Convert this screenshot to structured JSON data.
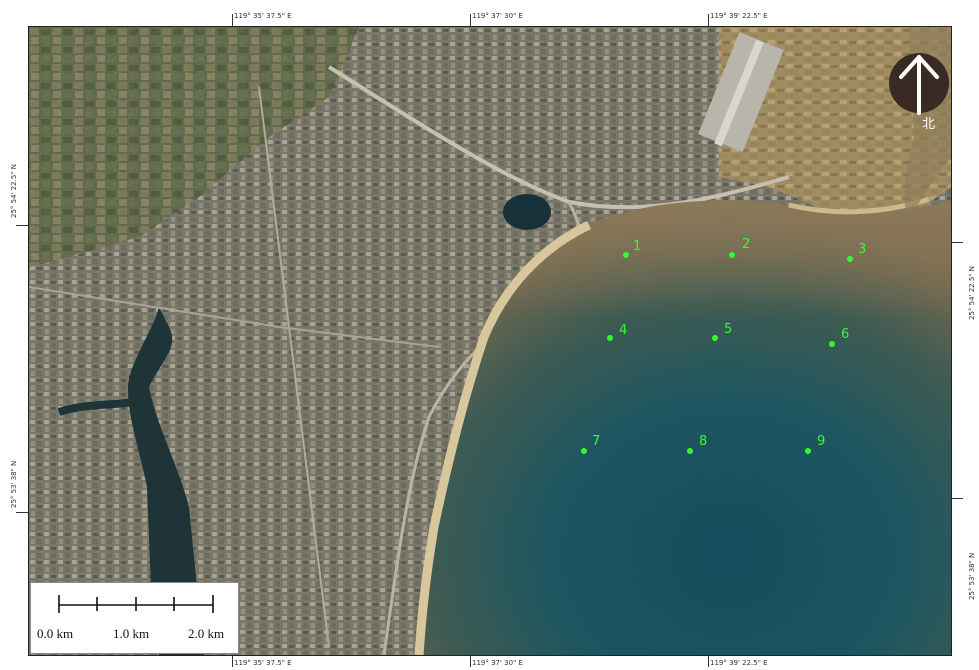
{
  "grid_labels": {
    "top": [
      "119° 35' 37.5\" E",
      "119° 37' 30\" E",
      "119° 39' 22.5\" E"
    ],
    "bottom": [
      "119° 35' 37.5\" E",
      "119° 37' 30\" E",
      "119° 39' 22.5\" E"
    ],
    "left": [
      "25° 54' 22.5\" N",
      "25° 53' 38\" N"
    ],
    "right": [
      "25° 54' 22.5\" N",
      "25° 53' 38\" N"
    ]
  },
  "north_arrow": {
    "icon": "north-arrow-icon",
    "label": "北",
    "color": "#3a2a24"
  },
  "sampling_sites": {
    "color": "#35ff2a",
    "labels": [
      "1",
      "2",
      "3",
      "4",
      "5",
      "6",
      "7",
      "8",
      "9"
    ]
  },
  "scale_bar": {
    "labels": [
      "0.0 km",
      "1.0 km",
      "2.0 km"
    ]
  }
}
